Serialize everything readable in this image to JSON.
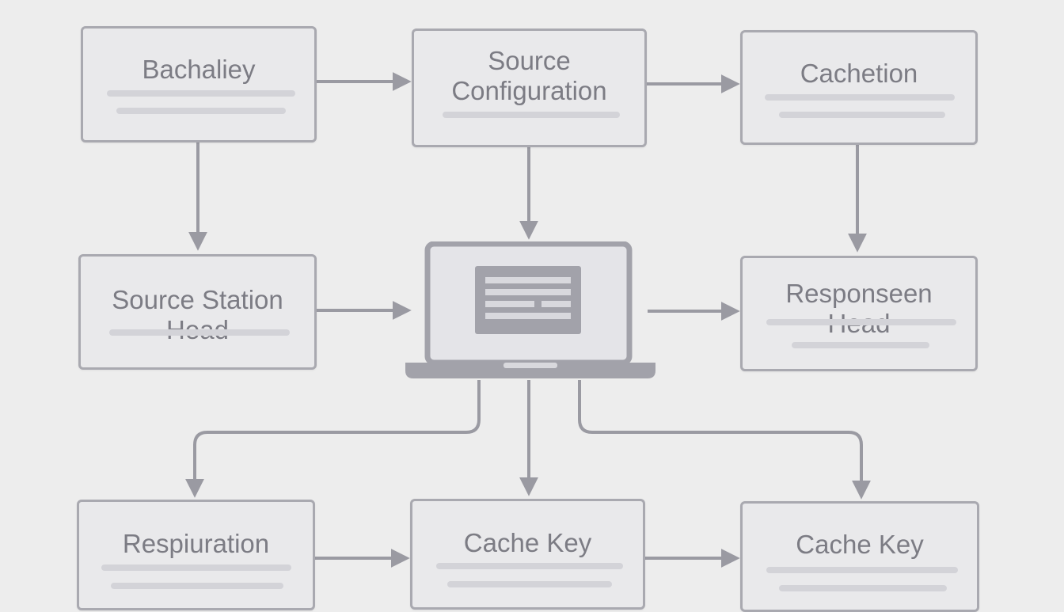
{
  "nodes": {
    "bachaliey": {
      "label": "Bachaliey"
    },
    "source_configuration": {
      "label": "Source\nConfiguration"
    },
    "cachetion": {
      "label": "Cachetion"
    },
    "source_station_head": {
      "label": "Source Station\nHead"
    },
    "responseen_head": {
      "label": "Responseen\nHead"
    },
    "respiuration": {
      "label": "Respiuration"
    },
    "cache_key_center": {
      "label": "Cache Key"
    },
    "cache_key_right": {
      "label": "Cache Key"
    }
  },
  "central_icon": {
    "icon": "laptop-document-icon"
  },
  "edges": [
    {
      "from": "bachaliey",
      "to": "source_configuration"
    },
    {
      "from": "source_configuration",
      "to": "cachetion"
    },
    {
      "from": "bachaliey",
      "to": "source_station_head"
    },
    {
      "from": "source_configuration",
      "to": "laptop"
    },
    {
      "from": "cachetion",
      "to": "responseen_head"
    },
    {
      "from": "source_station_head",
      "to": "laptop"
    },
    {
      "from": "laptop",
      "to": "responseen_head"
    },
    {
      "from": "laptop",
      "to": "respiuration"
    },
    {
      "from": "laptop",
      "to": "cache_key_center"
    },
    {
      "from": "laptop",
      "to": "cache_key_right"
    },
    {
      "from": "respiuration",
      "to": "cache_key_center"
    },
    {
      "from": "cache_key_center",
      "to": "cache_key_right"
    }
  ],
  "colors": {
    "background": "#ededed",
    "box_border": "#a9a9b0",
    "box_fill": "#e9e9eb",
    "text": "#7c7c84",
    "arrow": "#9a9aa2",
    "placeholder_line": "#d3d3d8"
  }
}
